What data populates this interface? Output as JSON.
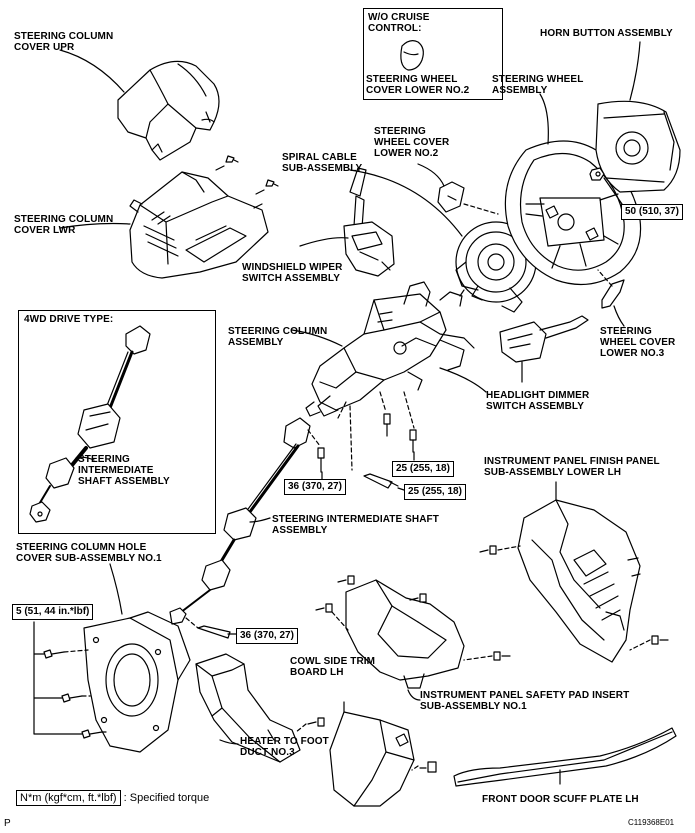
{
  "labels": {
    "steering_column_cover_upr": [
      "STEERING COLUMN",
      "COVER UPR"
    ],
    "wo_cruise_title": [
      "W/O CRUISE",
      "CONTROL:"
    ],
    "wo_cruise_part": [
      "STEERING WHEEL",
      "COVER LOWER NO.2"
    ],
    "horn_button": [
      "HORN BUTTON ASSEMBLY"
    ],
    "steering_wheel": [
      "STEERING WHEEL",
      "ASSEMBLY"
    ],
    "steering_wheel_cover_lower_no2": [
      "STEERING",
      "WHEEL COVER",
      "LOWER NO.2"
    ],
    "spiral_cable": [
      "SPIRAL CABLE",
      "SUB-ASSEMBLY"
    ],
    "steering_column_cover_lwr": [
      "STEERING COLUMN",
      "COVER LWR"
    ],
    "windshield_wiper": [
      "WINDSHIELD WIPER",
      "SWITCH ASSEMBLY"
    ],
    "fourwd_title": [
      "4WD DRIVE TYPE:"
    ],
    "steering_column_assembly": [
      "STEERING COLUMN",
      "ASSEMBLY"
    ],
    "steering_wheel_cover_lower_no3": [
      "STEERING",
      "WHEEL COVER",
      "LOWER NO.3"
    ],
    "headlight_dimmer": [
      "HEADLIGHT DIMMER",
      "SWITCH ASSEMBLY"
    ],
    "steering_intermediate_4wd": [
      "STEERING",
      "INTERMEDIATE",
      "SHAFT ASSEMBLY"
    ],
    "instrument_panel_finish": [
      "INSTRUMENT PANEL FINISH PANEL",
      "SUB-ASSEMBLY LOWER LH"
    ],
    "steering_intermediate_shaft": [
      "STEERING INTERMEDIATE SHAFT",
      "ASSEMBLY"
    ],
    "steering_column_hole_cover": [
      "STEERING COLUMN HOLE",
      "COVER SUB-ASSEMBLY NO.1"
    ],
    "cowl_side_trim": [
      "COWL SIDE TRIM",
      "BOARD LH"
    ],
    "instrument_panel_safety_pad": [
      "INSTRUMENT PANEL SAFETY PAD INSERT",
      "SUB-ASSEMBLY NO.1"
    ],
    "heater_to_foot_duct": [
      "HEATER TO FOOT",
      "DUCT NO.3"
    ],
    "front_door_scuff": [
      "FRONT DOOR SCUFF PLATE LH"
    ]
  },
  "torques": {
    "steering_wheel_nut": "50 (510, 37)",
    "column_upper_bolt": "25 (255, 18)",
    "column_lower_bolt": "25 (255, 18)",
    "intermediate_upper_bolt": "36 (370, 27)",
    "intermediate_lower_bolt": "36 (370, 27)",
    "hole_cover_bolts": "5 (51, 44 in.*lbf)"
  },
  "legend": {
    "unit": "N*m (kgf*cm, ft.*lbf)",
    "description": ": Specified torque"
  },
  "footer": {
    "page_marker": "P",
    "figure_code": "C119368E01"
  }
}
